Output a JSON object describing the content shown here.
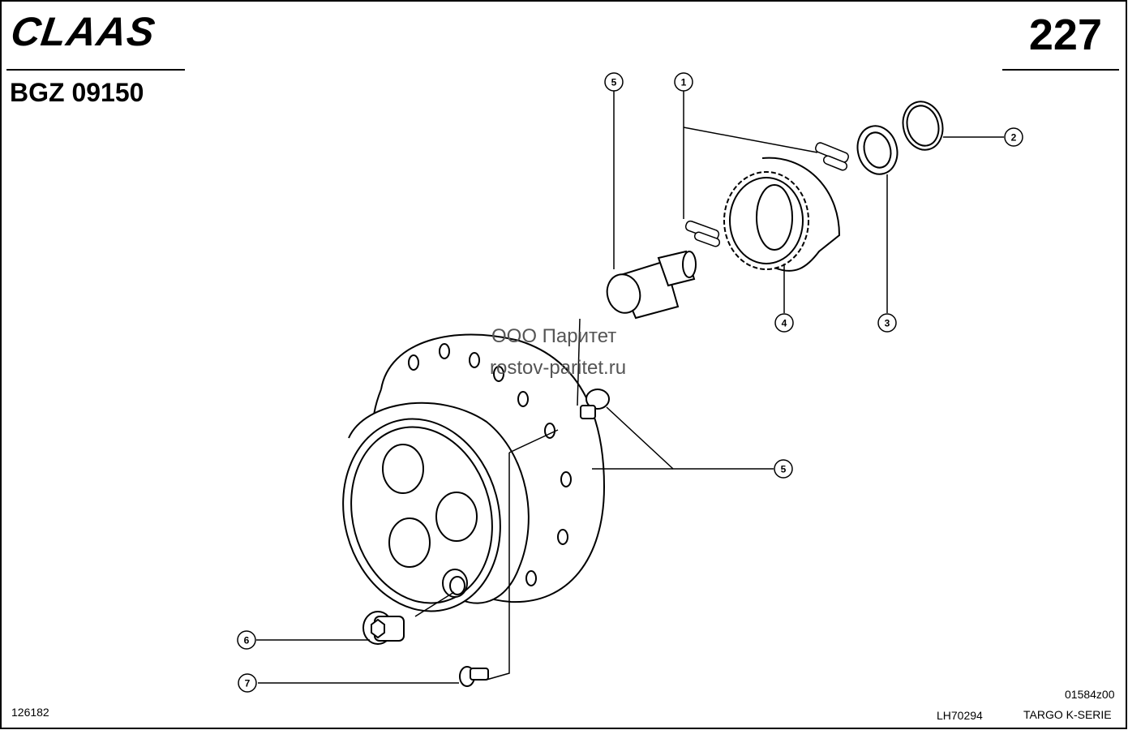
{
  "header": {
    "logo_text": "CLAAS",
    "page_number": "227",
    "doc_number": "BGZ 09150"
  },
  "footer": {
    "left_code": "126182",
    "drawing_code": "01584z00",
    "catalog_code": "LH70294",
    "series": "TARGO K-SERIE"
  },
  "watermark": {
    "line1": "ООО Паритет",
    "line2": "rostov-paritet.ru"
  },
  "callouts": [
    "5",
    "1",
    "2",
    "4",
    "3",
    "5",
    "6",
    "7"
  ]
}
